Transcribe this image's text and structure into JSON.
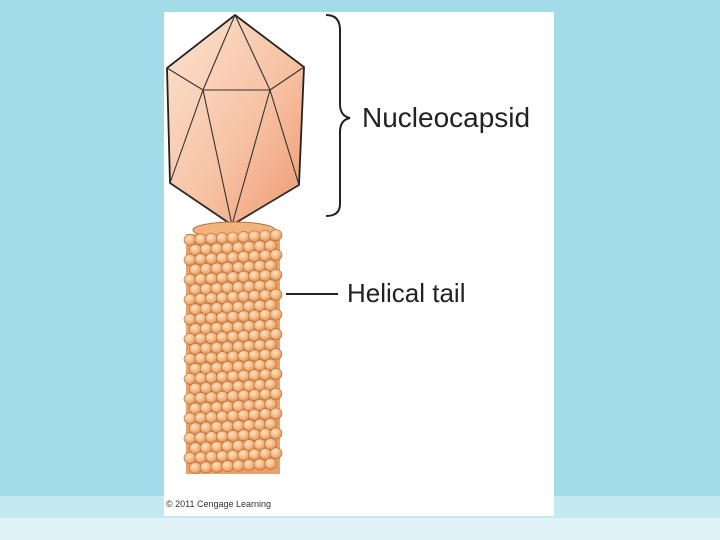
{
  "figure": {
    "labels": {
      "nucleocapsid": "Nucleocapsid",
      "helical_tail": "Helical tail"
    },
    "copyright": "© 2011 Cengage Learning"
  },
  "colors": {
    "slide_background": "#a3dbe8",
    "capsid_fill": "#f5b48f",
    "capsid_highlight": "#fde2d0",
    "tail_bead": "#f3b47c",
    "tail_bead_stroke": "#b26f3a",
    "outline": "#222222"
  }
}
